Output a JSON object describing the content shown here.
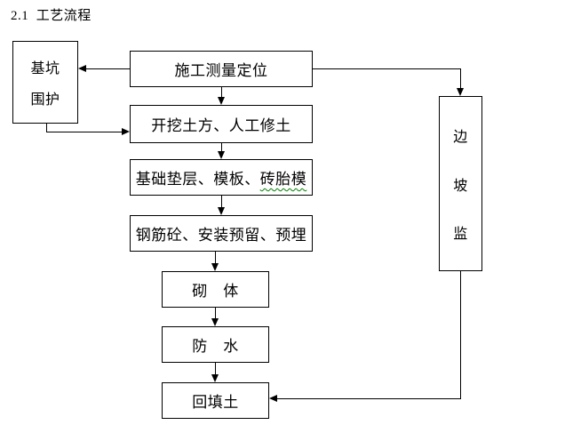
{
  "page": {
    "title": "2.1  工艺流程"
  },
  "flowchart": {
    "pit_enclosure_box": {
      "line1": "基坑",
      "line2": "围护"
    },
    "steps": [
      {
        "label": "施工测量定位"
      },
      {
        "label": "开挖土方、人工修土"
      },
      {
        "label_main": "基础垫层、模板、",
        "label_misspelled": "砖胎模"
      },
      {
        "label": "钢筋砼、安装预留、预埋"
      },
      {
        "label": "砌　体"
      },
      {
        "label": "防　水"
      },
      {
        "label": "回填土"
      }
    ],
    "slope_monitoring_box": {
      "chars": [
        "边",
        "坡",
        "监"
      ]
    },
    "colors": {
      "line_color": "#000000",
      "text_color": "#000000",
      "background": "#ffffff",
      "spellcheck_underline_color": "#008000"
    }
  }
}
